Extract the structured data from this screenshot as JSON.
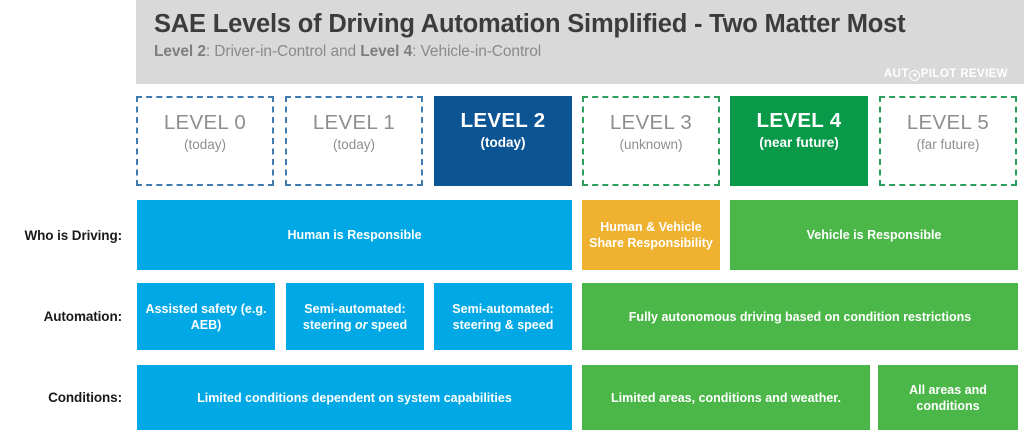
{
  "header": {
    "title": "SAE Levels of Driving Automation Simplified - Two Matter Most",
    "subtitle_part1": "Level 2",
    "subtitle_part2": ": Driver-in-Control and ",
    "subtitle_part3": "Level 4",
    "subtitle_part4": ": Vehicle-in-Control",
    "watermark_prefix": "AUT",
    "watermark_suffix": "PILOT REVIEW",
    "watermark_icon": "steering-wheel-icon",
    "background_color": "#d9d9d9"
  },
  "levels": [
    {
      "title": "LEVEL 0",
      "sub": "(today)",
      "style": "dashed-blue"
    },
    {
      "title": "LEVEL 1",
      "sub": "(today)",
      "style": "dashed-blue"
    },
    {
      "title": "LEVEL 2",
      "sub": "(today)",
      "style": "solid-blue"
    },
    {
      "title": "LEVEL 3",
      "sub": "(unknown)",
      "style": "dashed-green"
    },
    {
      "title": "LEVEL 4",
      "sub": "(near future)",
      "style": "solid-green"
    },
    {
      "title": "LEVEL 5",
      "sub": "(far future)",
      "style": "dashed-green"
    }
  ],
  "rows": {
    "driving": {
      "label": "Who is Driving:",
      "cells": [
        {
          "text": "Human is Responsible",
          "color": "blue",
          "span": "0-2"
        },
        {
          "text": "Human & Vehicle Share Responsibility",
          "color": "orange",
          "span": "3"
        },
        {
          "text": "Vehicle is Responsible",
          "color": "green",
          "span": "4-5"
        }
      ]
    },
    "automation": {
      "label": "Automation:",
      "cells": [
        {
          "text": "Assisted safety (e.g. AEB)",
          "color": "blue",
          "span": "0"
        },
        {
          "text_a": "Semi-automated:",
          "text_italic": "or",
          "text_b": "steering",
          "text_c": "speed",
          "color": "blue",
          "span": "1"
        },
        {
          "text": "Semi-automated: steering & speed",
          "color": "blue",
          "span": "2"
        },
        {
          "text": "Fully autonomous driving based on condition restrictions",
          "color": "green",
          "span": "3-5"
        }
      ]
    },
    "conditions": {
      "label": "Conditions:",
      "cells": [
        {
          "text": "Limited conditions dependent on system capabilities",
          "color": "blue",
          "span": "0-2"
        },
        {
          "text": "Limited areas, conditions and weather.",
          "color": "green",
          "span": "3-4"
        },
        {
          "text": "All areas and conditions",
          "color": "green",
          "span": "5"
        }
      ]
    }
  },
  "colors": {
    "cyan": "#00a8e5",
    "green": "#4cb749",
    "orange": "#efb230",
    "level2_blue": "#0c5595",
    "level4_green": "#089949",
    "header_gray": "#d9d9d9",
    "muted_text": "#8e8e8e"
  }
}
